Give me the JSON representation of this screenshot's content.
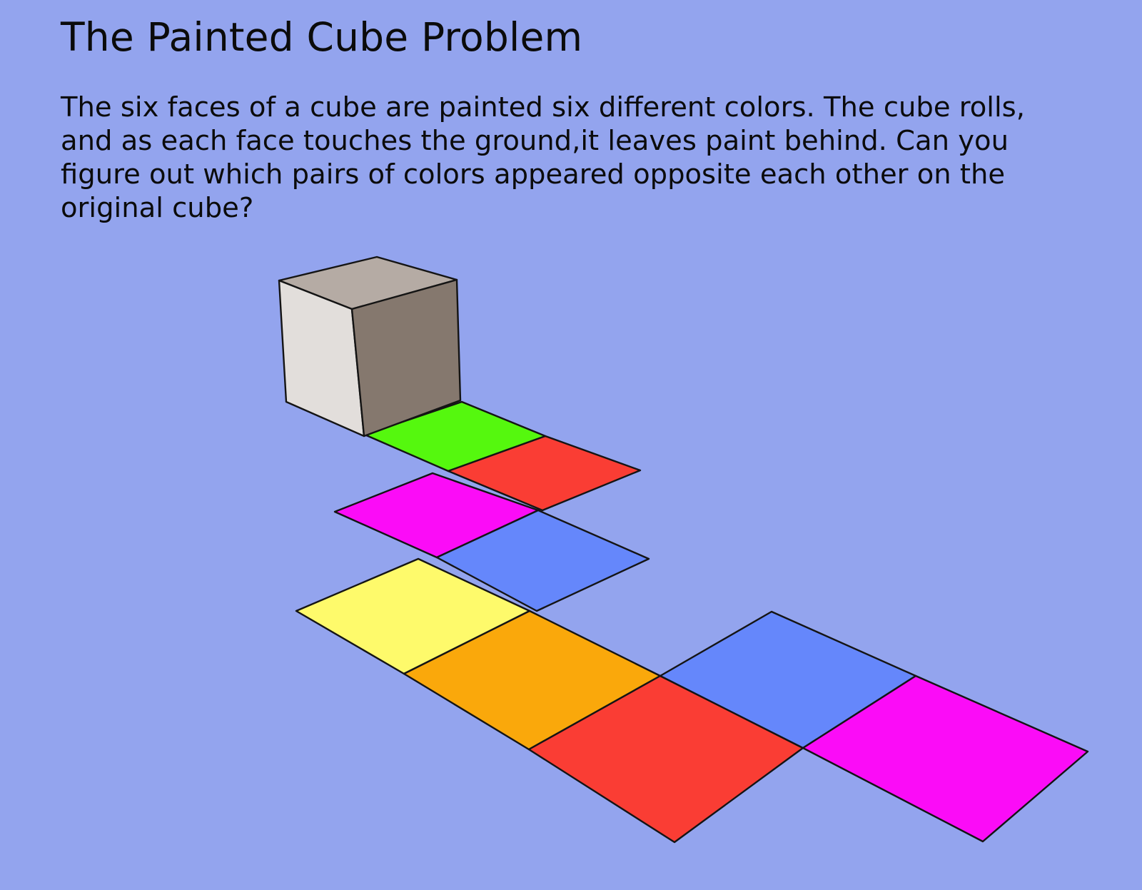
{
  "title": "The Painted Cube Problem",
  "description": {
    "lines": [
      "The six faces of a cube are painted six different colors.  The cube rolls,",
      "and as each face touches the ground,it leaves paint behind.  Can you",
      "figure out which pairs of colors appeared opposite each other on the",
      "original cube?"
    ]
  },
  "colors": {
    "background": "#93a4ee",
    "outline": "#141414",
    "cube_top": "#b5aba4",
    "cube_front": "#e2dedb",
    "cube_side": "#85786e",
    "green": "#55f80e",
    "red": "#fa3d34",
    "magenta": "#fb0cf7",
    "blue": "#6587fb",
    "yellow": "#fefa6b",
    "orange": "#faa80b"
  },
  "cube": {
    "faces": [
      {
        "name": "cube-top-face",
        "color": "cube_top"
      },
      {
        "name": "cube-front-face",
        "color": "cube_front"
      },
      {
        "name": "cube-side-face",
        "color": "cube_side"
      }
    ]
  },
  "paint_trail": [
    {
      "name": "trail-square-green",
      "color": "green"
    },
    {
      "name": "trail-square-red",
      "color": "red"
    },
    {
      "name": "trail-square-magenta",
      "color": "magenta"
    },
    {
      "name": "trail-square-blue",
      "color": "blue"
    },
    {
      "name": "trail-square-yellow",
      "color": "yellow"
    },
    {
      "name": "trail-square-orange",
      "color": "orange"
    },
    {
      "name": "trail-square-red-large",
      "color": "red"
    },
    {
      "name": "trail-square-blue-large",
      "color": "blue"
    },
    {
      "name": "trail-square-magenta-large",
      "color": "magenta"
    }
  ]
}
